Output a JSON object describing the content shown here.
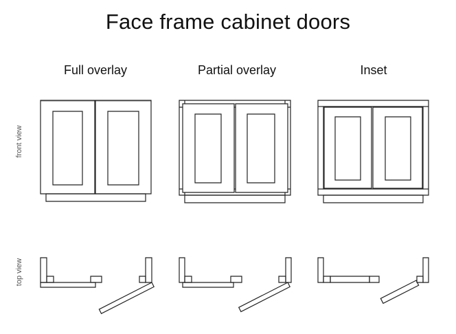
{
  "title": "Face frame cabinet doors",
  "columns": [
    {
      "label": "Full overlay"
    },
    {
      "label": "Partial overlay"
    },
    {
      "label": "Inset"
    }
  ],
  "rows": {
    "front": "front view",
    "top": "top view"
  }
}
